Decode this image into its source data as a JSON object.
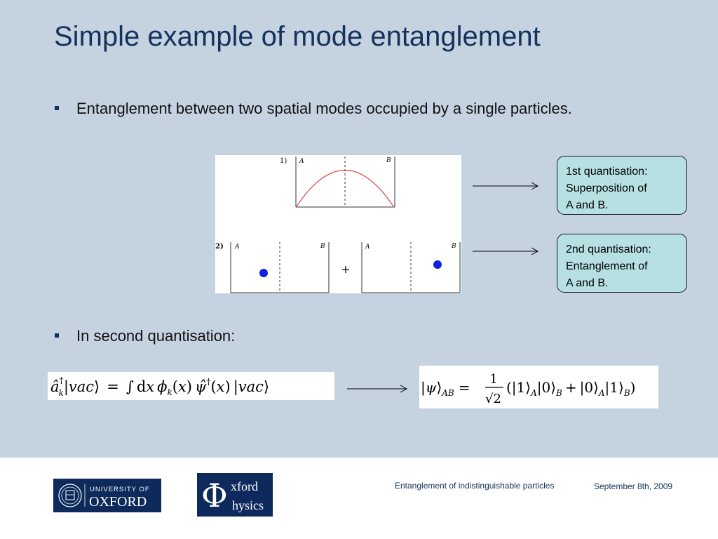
{
  "slide": {
    "title": "Simple example of mode entanglement",
    "bullets": [
      "Entanglement between two spatial modes occupied by a single particles.",
      "In second quantisation:"
    ]
  },
  "figure": {
    "panel1_number": "1)",
    "panel2_number": "2)",
    "label_a": "A",
    "label_b": "B",
    "plus_sign": "+"
  },
  "callouts": [
    {
      "lines": [
        "1st quantisation:",
        "Superposition of",
        "A and B."
      ]
    },
    {
      "lines": [
        "2nd quantisation:",
        "Entanglement of",
        "A and B."
      ]
    }
  ],
  "equations": {
    "second_quantisation": "â†k|vac⟩ = ∫ dx ϕk(x) ψ̂†(x) |vac⟩",
    "entangled_state": "|ψ⟩AB = (1/√2)(|1⟩A|0⟩B + |0⟩A|1⟩B)"
  },
  "footer": {
    "presentation_title": "Entanglement of indistinguishable particles",
    "date": "September 8th, 2009",
    "oxford_logo_text": [
      "UNIVERSITY OF",
      "OXFORD"
    ],
    "physics_logo_text": [
      "xford",
      "hysics"
    ]
  },
  "colors": {
    "background": "#c5d3e0",
    "title": "#14325c",
    "callout_fill": "#b7e0e3",
    "curve": "#e04040",
    "particle": "#1020e0",
    "logo_navy": "#0e2a5c"
  }
}
